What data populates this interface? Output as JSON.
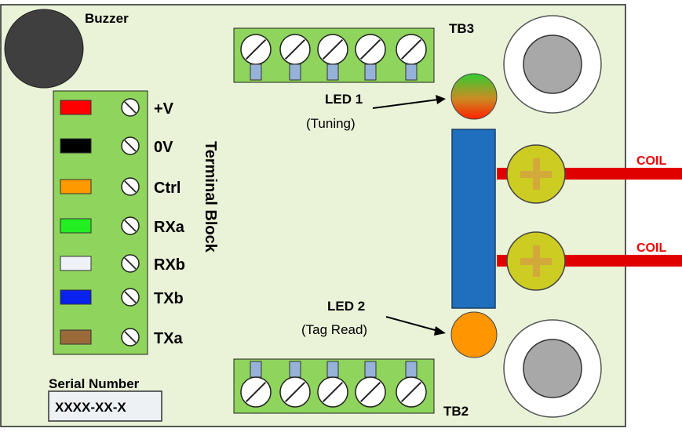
{
  "labels": {
    "buzzer": "Buzzer",
    "tb3": "TB3",
    "tb2": "TB2",
    "terminal_block": "Terminal Block",
    "led1_title": "LED 1",
    "led1_sub": "(Tuning)",
    "led2_title": "LED 2",
    "led2_sub": "(Tag Read)",
    "coil_top": "COIL",
    "coil_bottom": "COIL",
    "serial_label": "Serial Number",
    "serial_value": "XXXX-XX-X"
  },
  "terminals": [
    {
      "label": "+V",
      "color": "#ff0000"
    },
    {
      "label": "0V",
      "color": "#000000"
    },
    {
      "label": "Ctrl",
      "color": "#ff9900"
    },
    {
      "label": "RXa",
      "color": "#22ee22"
    },
    {
      "label": "RXb",
      "color": "#eef2f8"
    },
    {
      "label": "TXb",
      "color": "#0a22ee"
    },
    {
      "label": "TXa",
      "color": "#9a6a3a"
    }
  ],
  "colors": {
    "board": "#eaf2d8",
    "terminal_green": "#8fd45c",
    "capacitor_blue": "#1f6fbe",
    "coil_red": "#e00000",
    "coil_screw": "#cccc22",
    "led2_orange": "#ff9500"
  }
}
